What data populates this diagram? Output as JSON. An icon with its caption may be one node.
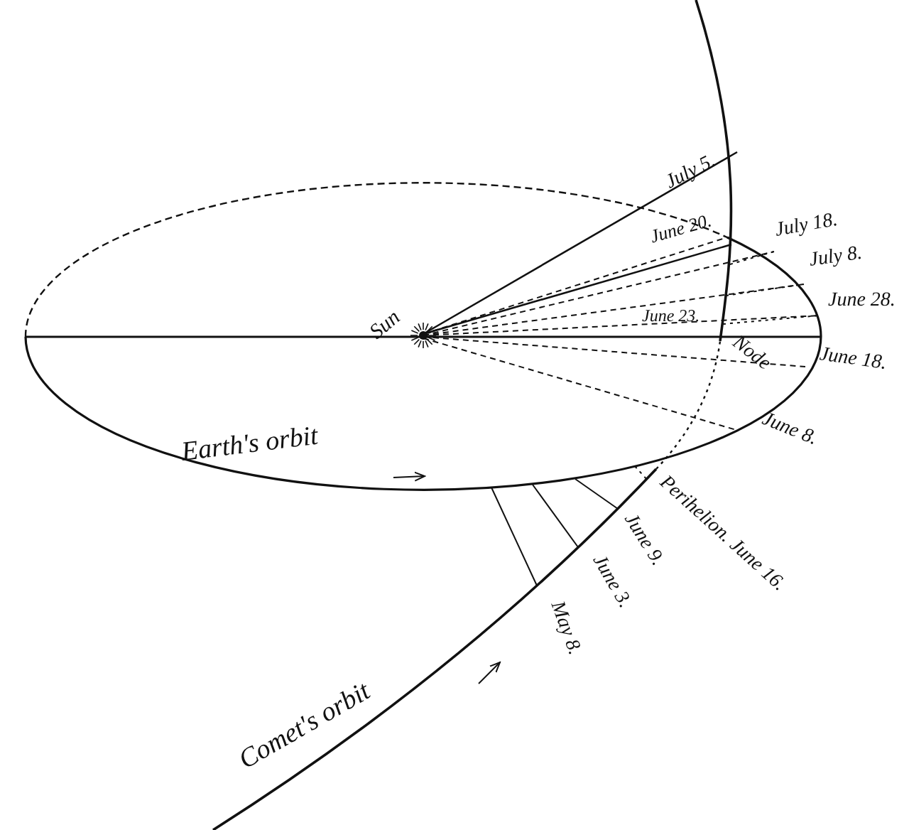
{
  "diagram": {
    "labels": [
      "July 5.",
      "June 20.",
      "July 18.",
      "July 8.",
      "June 28.",
      "Sun",
      "June 23.",
      "Node",
      "June 18.",
      "June 8.",
      "Earth's orbit",
      "Perihelion. June 16.",
      "June 9.",
      "June 3.",
      "May 8.",
      "Comet's orbit"
    ]
  }
}
